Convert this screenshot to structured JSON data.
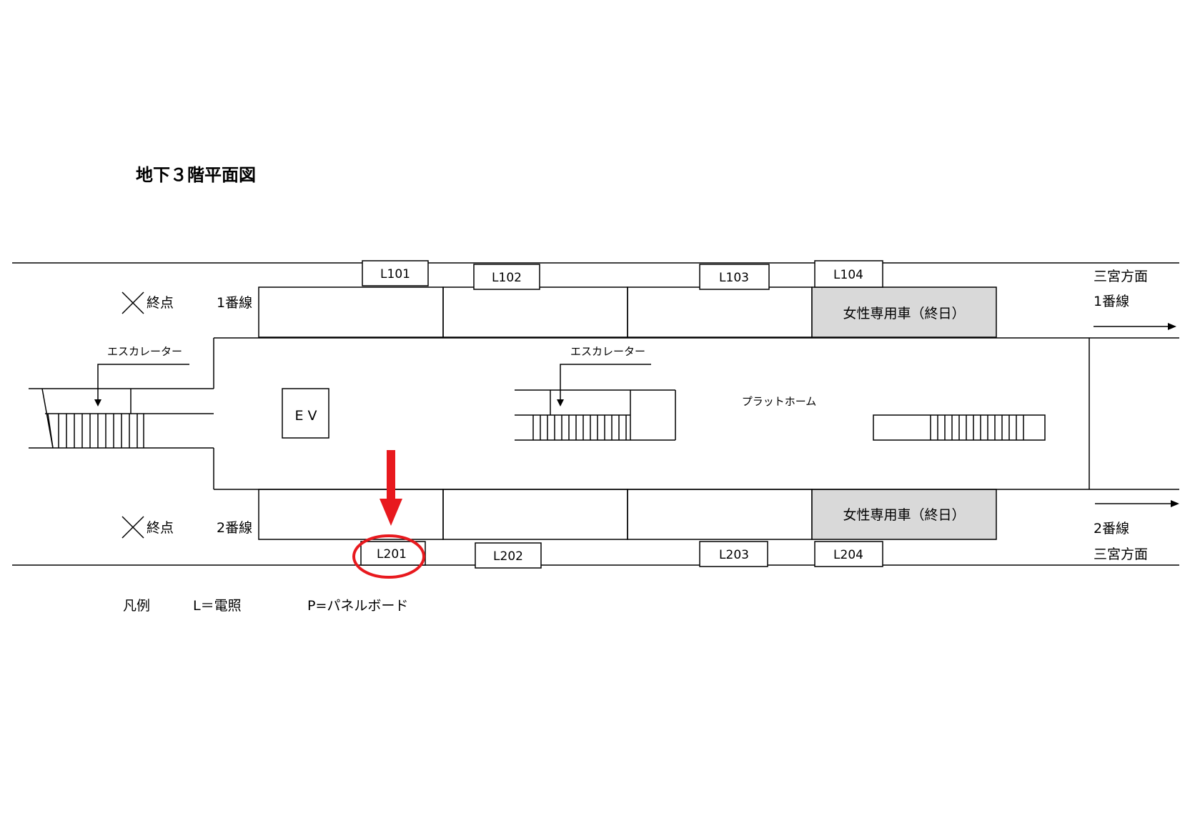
{
  "title": "地下３階平面図",
  "track1": {
    "label": "1番線",
    "end_label": "終点",
    "direction": "三宮方面",
    "line_label": "1番線"
  },
  "track2": {
    "label": "2番線",
    "end_label": "終点",
    "direction": "三宮方面",
    "line_label": "2番線"
  },
  "women_only_car": "女性専用車（終日）",
  "escalator_label": "エスカレーター",
  "platform_label": "プラットホーム",
  "elevator_label": "E V",
  "lights_top": [
    "L101",
    "L102",
    "L103",
    "L104"
  ],
  "lights_bottom": [
    "L201",
    "L202",
    "L203",
    "L204"
  ],
  "highlighted_light": "L201",
  "legend": {
    "title": "凡例",
    "lighting": "L＝電照",
    "panel": "P=パネルボード"
  },
  "colors": {
    "highlight": "#e8191e",
    "women_car_fill": "#d9d9d9"
  }
}
